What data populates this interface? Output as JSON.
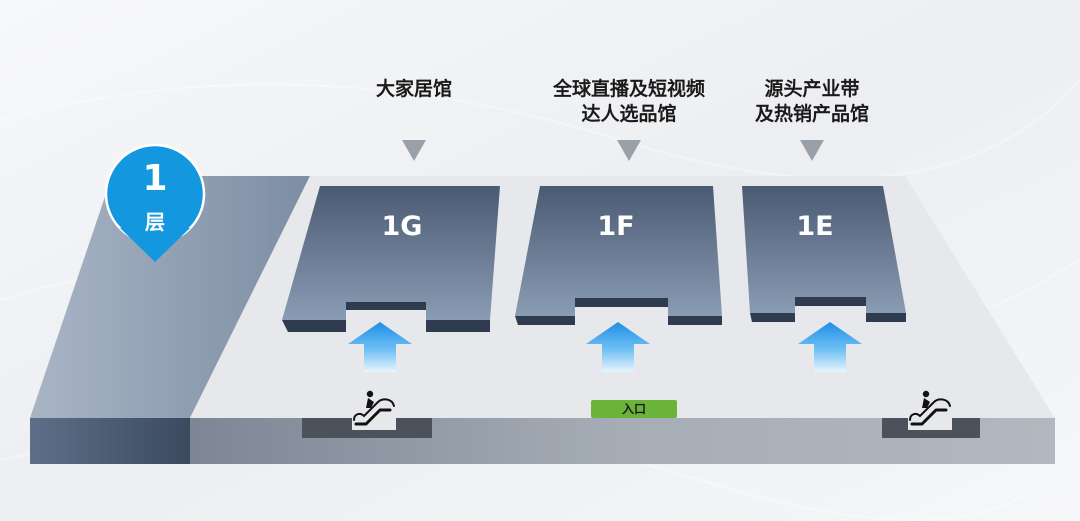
{
  "floor": {
    "number": "1",
    "label": "层"
  },
  "halls": [
    {
      "code": "1G",
      "label_lines": [
        "大家居馆"
      ]
    },
    {
      "code": "1F",
      "label_lines": [
        "全球直播及短视频",
        "达人选品馆"
      ]
    },
    {
      "code": "1E",
      "label_lines": [
        "源头产业带",
        "及热销产品馆"
      ]
    }
  ],
  "entrance": {
    "label": "入口"
  },
  "icons": [
    "escalator-icon",
    "escalator-icon",
    "up-arrow-icon",
    "down-triangle-icon",
    "location-pin-icon"
  ],
  "colors": {
    "floor_badge": "#1398e0",
    "hall_fill": "#5f7490",
    "entrance_badge": "#6bb43a",
    "arrow": "#3aa0ec"
  }
}
